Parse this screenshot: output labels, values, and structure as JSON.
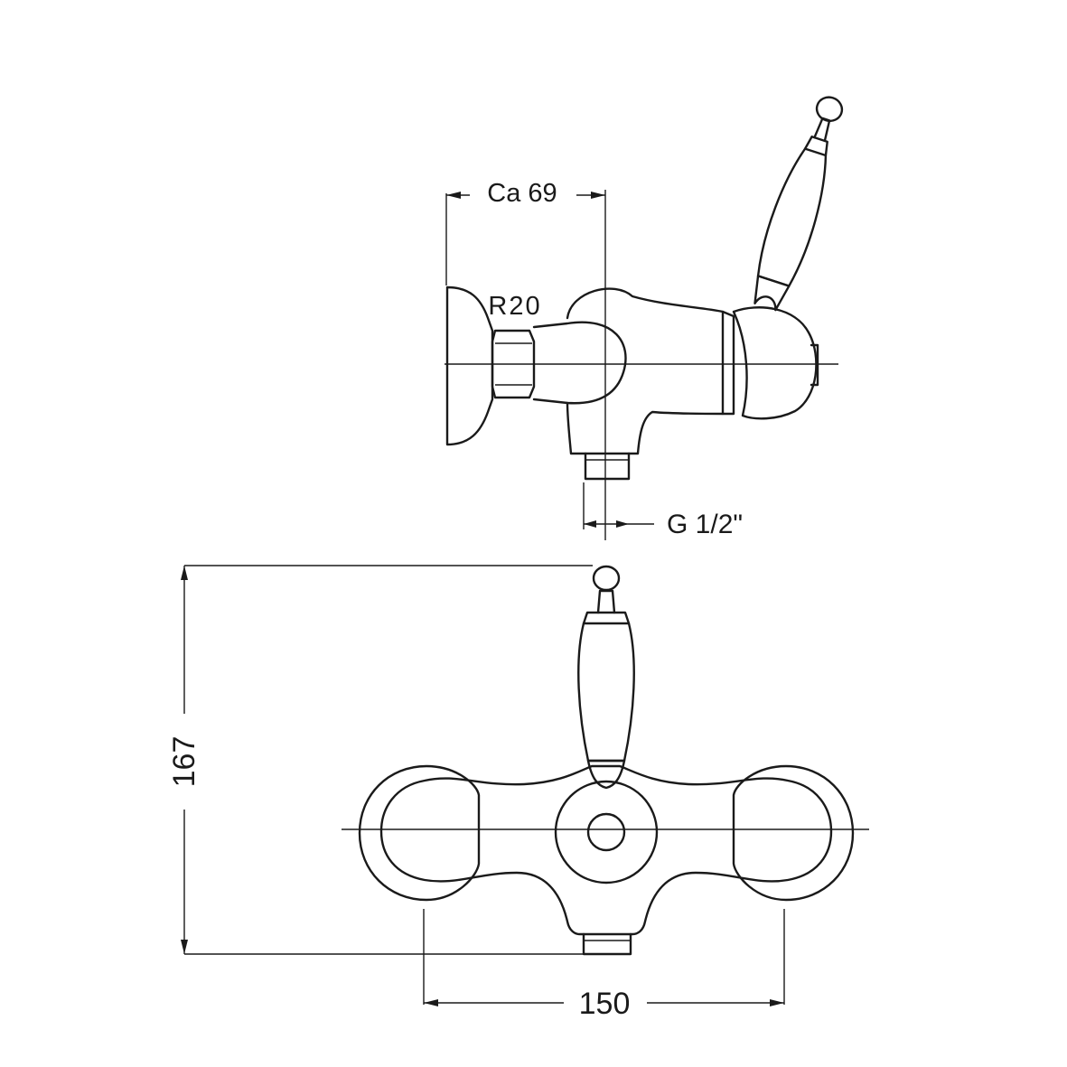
{
  "drawing": {
    "dimensions": {
      "depth": "Ca 69",
      "radius": "R20",
      "thread": "G 1/2\"",
      "height": "167",
      "width": "150"
    },
    "colors": {
      "ink": "#1a1a1a",
      "paper": "#ffffff"
    }
  }
}
